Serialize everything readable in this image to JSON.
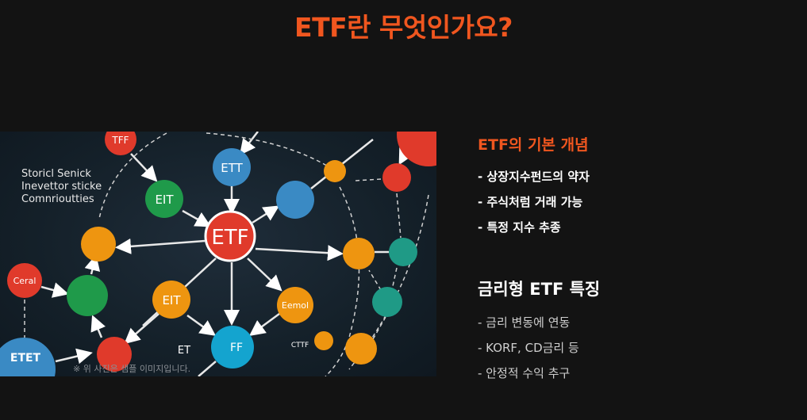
{
  "page_title": "ETF란 무엇인가요?",
  "image": {
    "caption": "※ 위 사진은 샘플 이미지입니다.",
    "overlay_text": [
      "Storicl Senick",
      "Inevettor sticke",
      "Comnrioutties"
    ],
    "node_labels": {
      "center": "ETF",
      "top_red": "TFF",
      "top_blue": "ETT",
      "green": "EIT",
      "orange_mid": "EIT",
      "left_red": "Ceral",
      "orange_right": "Eemol",
      "cyan": "FF",
      "small_text_bottom": "ET",
      "small_text_right": "CTTF",
      "big_blue": "ETET"
    }
  },
  "sections": [
    {
      "heading": "ETF의 기본 개념",
      "items": [
        "- 상장지수펀드의 약자",
        "- 주식처럼 거래 가능",
        "- 특정 지수 추종"
      ]
    },
    {
      "heading": "금리형 ETF 특징",
      "items": [
        "- 금리 변동에 연동",
        "- KORF, CD금리 등",
        "- 안정적 수익 추구"
      ]
    }
  ],
  "colors": {
    "accent": "#f0561f",
    "background": "#131313"
  }
}
